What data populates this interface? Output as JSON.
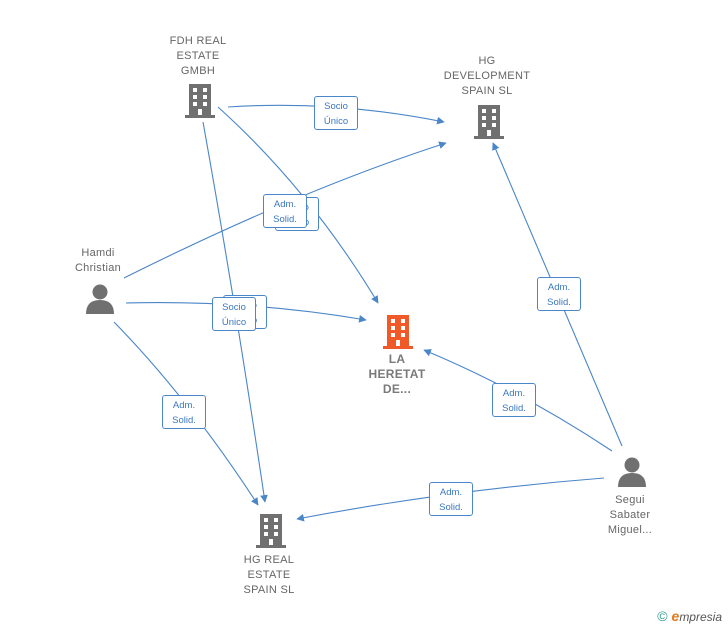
{
  "nodes": {
    "fdh": {
      "lines": [
        "FDH REAL",
        "ESTATE",
        "GMBH"
      ],
      "icon": "building-icon",
      "color": "#707070"
    },
    "hgdev": {
      "lines": [
        "HG",
        "DEVELOPMENT",
        "SPAIN  SL"
      ],
      "icon": "building-icon",
      "color": "#707070"
    },
    "hamdi": {
      "lines": [
        "Hamdi",
        "Christian"
      ],
      "icon": "person-icon",
      "color": "#707070"
    },
    "heretat": {
      "lines": [
        "LA",
        "HERETAT",
        "DE..."
      ],
      "icon": "building-icon",
      "color": "#f05a28"
    },
    "hgreal": {
      "lines": [
        "HG REAL",
        "ESTATE",
        "SPAIN  SL"
      ],
      "icon": "building-icon",
      "color": "#707070"
    },
    "segui": {
      "lines": [
        "Segui",
        "Sabater",
        "Miguel..."
      ],
      "icon": "person-icon",
      "color": "#707070"
    }
  },
  "edge_labels": {
    "socio_unico": [
      "Socio",
      "Único"
    ],
    "adm_solid": [
      "Adm.",
      "Solid."
    ]
  },
  "colors": {
    "edge": "#4a86c8",
    "edge_text": "#3a78c0"
  },
  "brand": {
    "copyright": "©",
    "e": "e",
    "rest": "mpresia"
  }
}
